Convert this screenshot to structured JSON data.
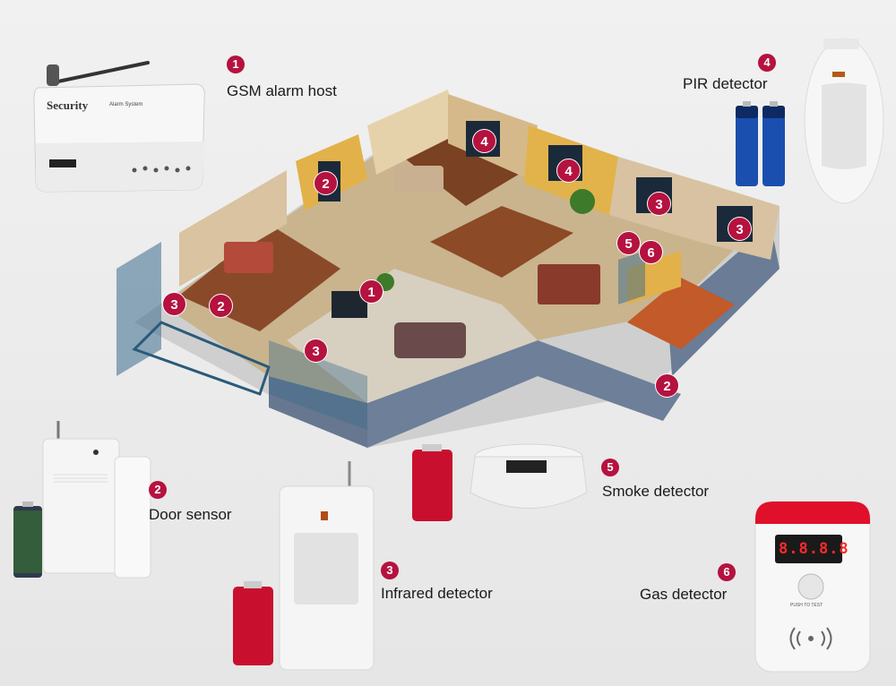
{
  "devices": [
    {
      "num": "1",
      "label": "GSM alarm host"
    },
    {
      "num": "2",
      "label": "Door sensor"
    },
    {
      "num": "3",
      "label": "Infrared detector"
    },
    {
      "num": "4",
      "label": "PIR detector"
    },
    {
      "num": "5",
      "label": "Smoke detector"
    },
    {
      "num": "6",
      "label": "Gas detector"
    }
  ],
  "alarm_host": {
    "brand": "Security",
    "subtitle": "Alarm System"
  },
  "gas_display": "8.8.8.8",
  "gas_button_text": "PUSH TO TEST",
  "house_markers": [
    {
      "num": "2"
    },
    {
      "num": "4"
    },
    {
      "num": "4"
    },
    {
      "num": "3"
    },
    {
      "num": "3"
    },
    {
      "num": "5"
    },
    {
      "num": "6"
    },
    {
      "num": "1"
    },
    {
      "num": "3"
    },
    {
      "num": "2"
    },
    {
      "num": "3"
    },
    {
      "num": "2"
    }
  ],
  "colors": {
    "badge": "#b5123f",
    "battery_blue": "#1a4fb0",
    "battery_red": "#c8102e",
    "gas_top": "#e0102a"
  }
}
